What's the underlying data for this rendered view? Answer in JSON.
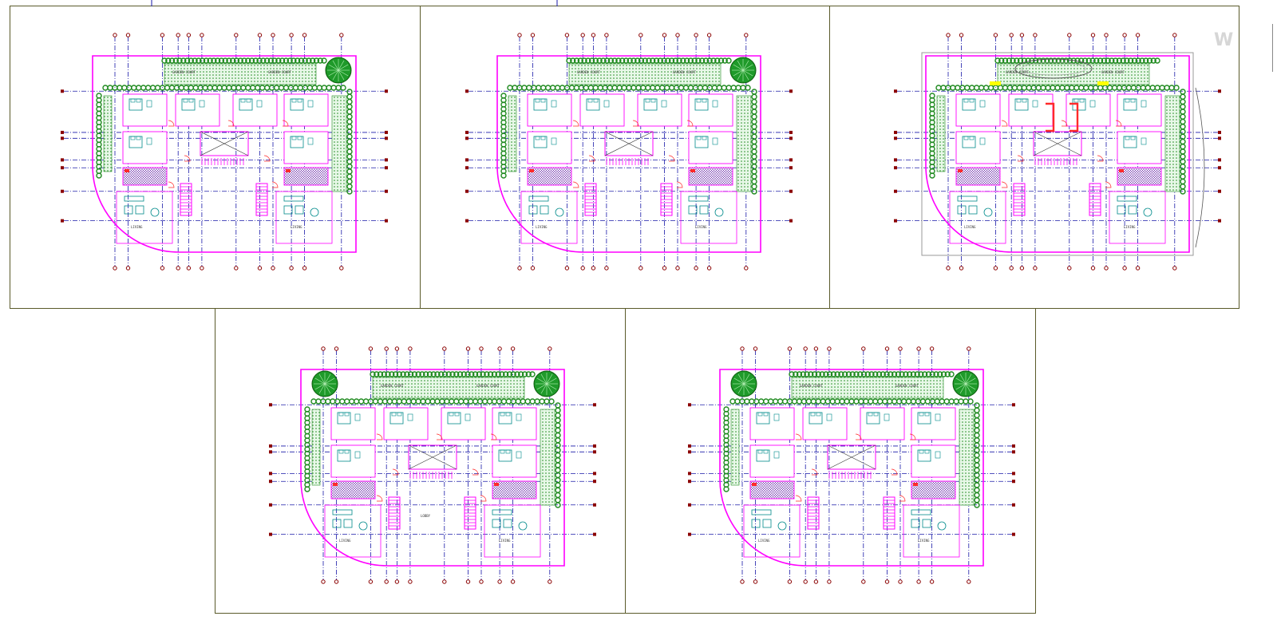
{
  "drawing": {
    "sheets": [
      {
        "id": "plan-1",
        "rooms": {
          "courts": [
            "GARDEN COURT",
            "GARDEN COURT"
          ],
          "bedrooms": [
            "BED ROOM",
            "BED ROOM",
            "BED ROOM",
            "BED ROOM",
            "BED ROOM",
            "BED ROOM"
          ],
          "kitchens": [
            "KITCHEN",
            "KITCHEN"
          ],
          "living": [
            "LIVING",
            "LIVING"
          ]
        }
      },
      {
        "id": "plan-2",
        "rooms": {
          "courts": [
            "GARDEN COURT",
            "GARDEN COURT"
          ],
          "bedrooms": [
            "BED ROOM",
            "BED ROOM",
            "BED ROOM",
            "BED ROOM",
            "BED ROOM",
            "BED ROOM"
          ],
          "kitchens": [
            "KITCHEN",
            "KITCHEN"
          ],
          "living": [
            "LIVING",
            "LIVING"
          ]
        }
      },
      {
        "id": "plan-3",
        "rooms": {
          "courts": [
            "GARDEN COURT",
            "GARDEN COURT"
          ],
          "bedrooms": [
            "BED ROOM",
            "BED ROOM",
            "BED ROOM",
            "BED ROOM",
            "BED ROOM",
            "BED ROOM"
          ],
          "kitchens": [
            "KITCHEN",
            "KITCHEN"
          ],
          "living": [
            "LIVING",
            "LIVING"
          ]
        }
      },
      {
        "id": "plan-4",
        "rooms": {
          "courts": [
            "GARDEN COURT",
            "GARDEN COURT"
          ],
          "bedrooms": [
            "BED ROOM",
            "BED ROOM",
            "BED ROOM",
            "BED ROOM",
            "BED ROOM",
            "BED ROOM"
          ],
          "kitchens": [
            "KITCHEN",
            "KITCHEN"
          ],
          "living": [
            "LIVING",
            "LIVING"
          ],
          "extra": [
            "LOBBY"
          ]
        }
      },
      {
        "id": "plan-5",
        "rooms": {
          "courts": [
            "GARDEN COURT",
            "GARDEN COURT"
          ],
          "bedrooms": [
            "BED ROOM",
            "BED ROOM",
            "BED ROOM",
            "BED ROOM",
            "BED ROOM",
            "BED ROOM"
          ],
          "kitchens": [
            "KITCHEN",
            "KITCHEN"
          ],
          "living": [
            "LIVING",
            "LIVING"
          ]
        }
      }
    ],
    "watermark": "W",
    "colors": {
      "wall": "#ff00ff",
      "grid": "#1a1aa8",
      "bubble": "#8b0000",
      "hedge": "#1f8a1f",
      "furniture": "#008b8b",
      "court": "#7fd37f",
      "accent_red": "#ff2a2a",
      "accent_yellow": "#ffff00",
      "frame": "#5a5a2a"
    }
  }
}
